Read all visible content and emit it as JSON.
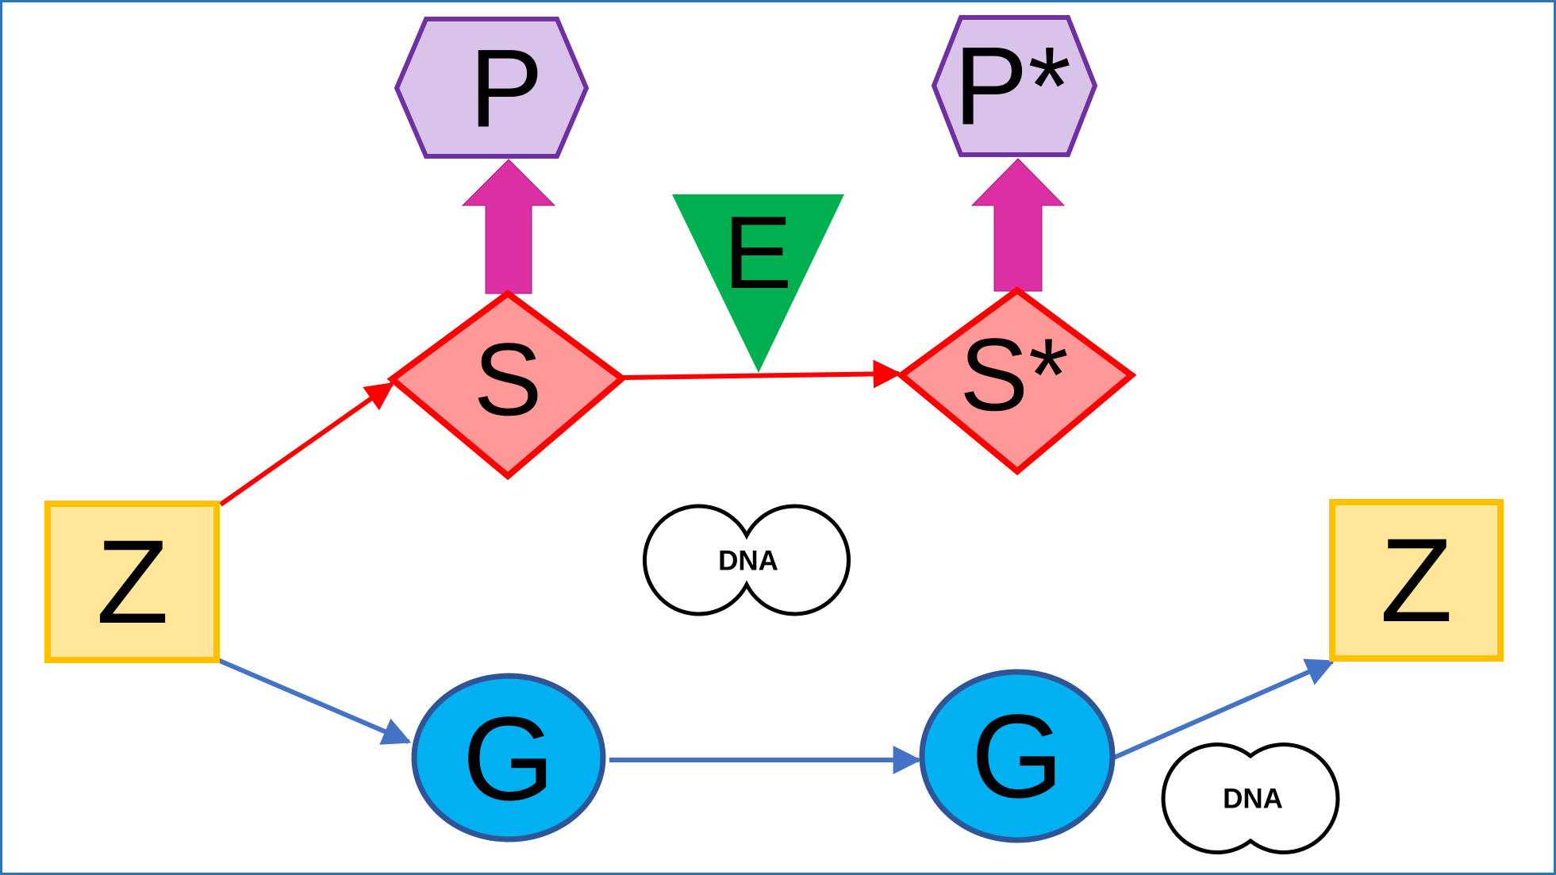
{
  "nodes": {
    "z_left": {
      "label": "Z"
    },
    "z_right": {
      "label": "Z"
    },
    "s": {
      "label": "S"
    },
    "s_star": {
      "label": "S*"
    },
    "p": {
      "label": "P"
    },
    "p_star": {
      "label": "P*"
    },
    "e": {
      "label": "E"
    },
    "g_left": {
      "label": "G"
    },
    "g_right": {
      "label": "G"
    },
    "dna_upper": {
      "label": "DNA"
    },
    "dna_lower": {
      "label": "DNA"
    }
  },
  "colors": {
    "frame": "#2E75B6",
    "z_fill": "#FFE699",
    "z_stroke": "#FFC000",
    "s_fill": "#FF9999",
    "s_stroke": "#FF0000",
    "p_fill": "#D9C3EA",
    "p_stroke": "#7030A0",
    "up_arrow": "#DB2FA3",
    "e_fill": "#00B050",
    "g_fill": "#00B0F0",
    "g_stroke": "#2F5597",
    "red_arrow": "#FF0000",
    "blue_arrow": "#4472C4"
  }
}
